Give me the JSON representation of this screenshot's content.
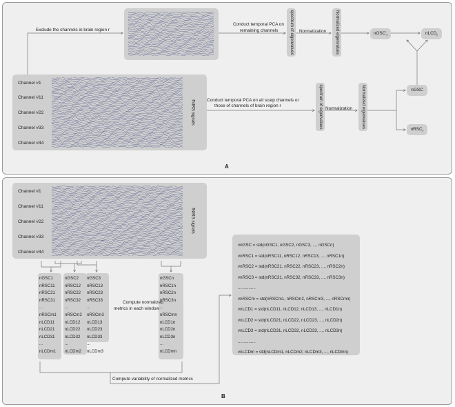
{
  "panel_a": {
    "label": "A",
    "exclude_text": "Exclude the channels in brain region r",
    "pca_remaining": [
      "Conduct temporal PCA on",
      "remaining channels"
    ],
    "pca_all": [
      "Conduct temporal PCA on all scalp channels or",
      "those of channels of brain region r"
    ],
    "spectrum": "spectrum of eigenvalues",
    "normalization": "Normalization",
    "normalized_eigs": "Normalized eigenvalues",
    "ngsc_r": "nGSC′r",
    "nlcd_r": "nLCDr",
    "ngsc": "nGSC",
    "nrsc_r": "nRSCr",
    "fnirs": "fNIRS signals",
    "channels": [
      "Channel #1",
      "Channel #11",
      "Channel #22",
      "Channel #33",
      "Channel #44"
    ]
  },
  "panel_b": {
    "label": "B",
    "fnirs": "fNIRS signals",
    "channels": [
      "Channel #1",
      "Channel #11",
      "Channel #22",
      "Channel #33",
      "Channel #44"
    ],
    "compute_window": [
      "Compute normalized",
      "metrics in each window"
    ],
    "compute_var": "Compute variability of normalized metrics",
    "columns": [
      [
        "nGSC1",
        "nRSC11",
        "nRSC21",
        "nRSC31",
        "...",
        "nRSCm1",
        "nLCD11",
        "nLCD21",
        "nLCD31",
        "...",
        "nLCDm1"
      ],
      [
        "nGSC2",
        "nRSC12",
        "nRSC22",
        "nRSC32",
        "...",
        "nRSCm2",
        "nLCD12",
        "nLCD22",
        "nLCD32",
        "...",
        "nLCDm2"
      ],
      [
        "nGSC3",
        "nRSC13",
        "nRSC23",
        "nRSC33",
        "...",
        "nRSCm3",
        "nLCD13",
        "nLCD23",
        "nLCD33",
        "...",
        "nLCDm3"
      ],
      [
        "nGSCn",
        "nRSC1n",
        "nRSC2n",
        "nRSC3n",
        "...",
        "nRSCmn",
        "nLCD1n",
        "nLCD2n",
        "nLCD3n",
        "...",
        "nLCDmn"
      ]
    ],
    "equations": [
      "vnGSC = std(nGSC1, nGSC2, nGSC3, ..., nGSCn)",
      "vnRSC1 = std(nRSC11, nRSC12, nRSC13, ..., nRSC1n)",
      "vnRSC2 = std(nRSC21, nRSC22, nRSC23, ..., nRSC2n)",
      "vnRSC3 = std(nRSC31, nRSC32, nRSC33, ..., nRSC3n)",
      "...............",
      "vnRSCm = std(nRSCm1, nRSCm2, nRSCm3, ..., nRSCmn)",
      "vnLCD1 = std(nLCD11, nLCD12, nLCD13, ..., nLCD1n)",
      "vnLCD2 = std(nLCD21, nLCD22, nLCD23, ..., nLCD2n)",
      "vnLCD3 = std(nLCD31, nLCD32, nLCD33, ..., nLCD3n)",
      "...............",
      "vnLCDm = std(nLCDm1, nLCDm2, nLCDm3, ..., nLCDmn)"
    ]
  },
  "colors": {
    "panel": "#efefef",
    "box": "#cfcfcf",
    "signal": "#4a4f86",
    "line": "#666666"
  }
}
